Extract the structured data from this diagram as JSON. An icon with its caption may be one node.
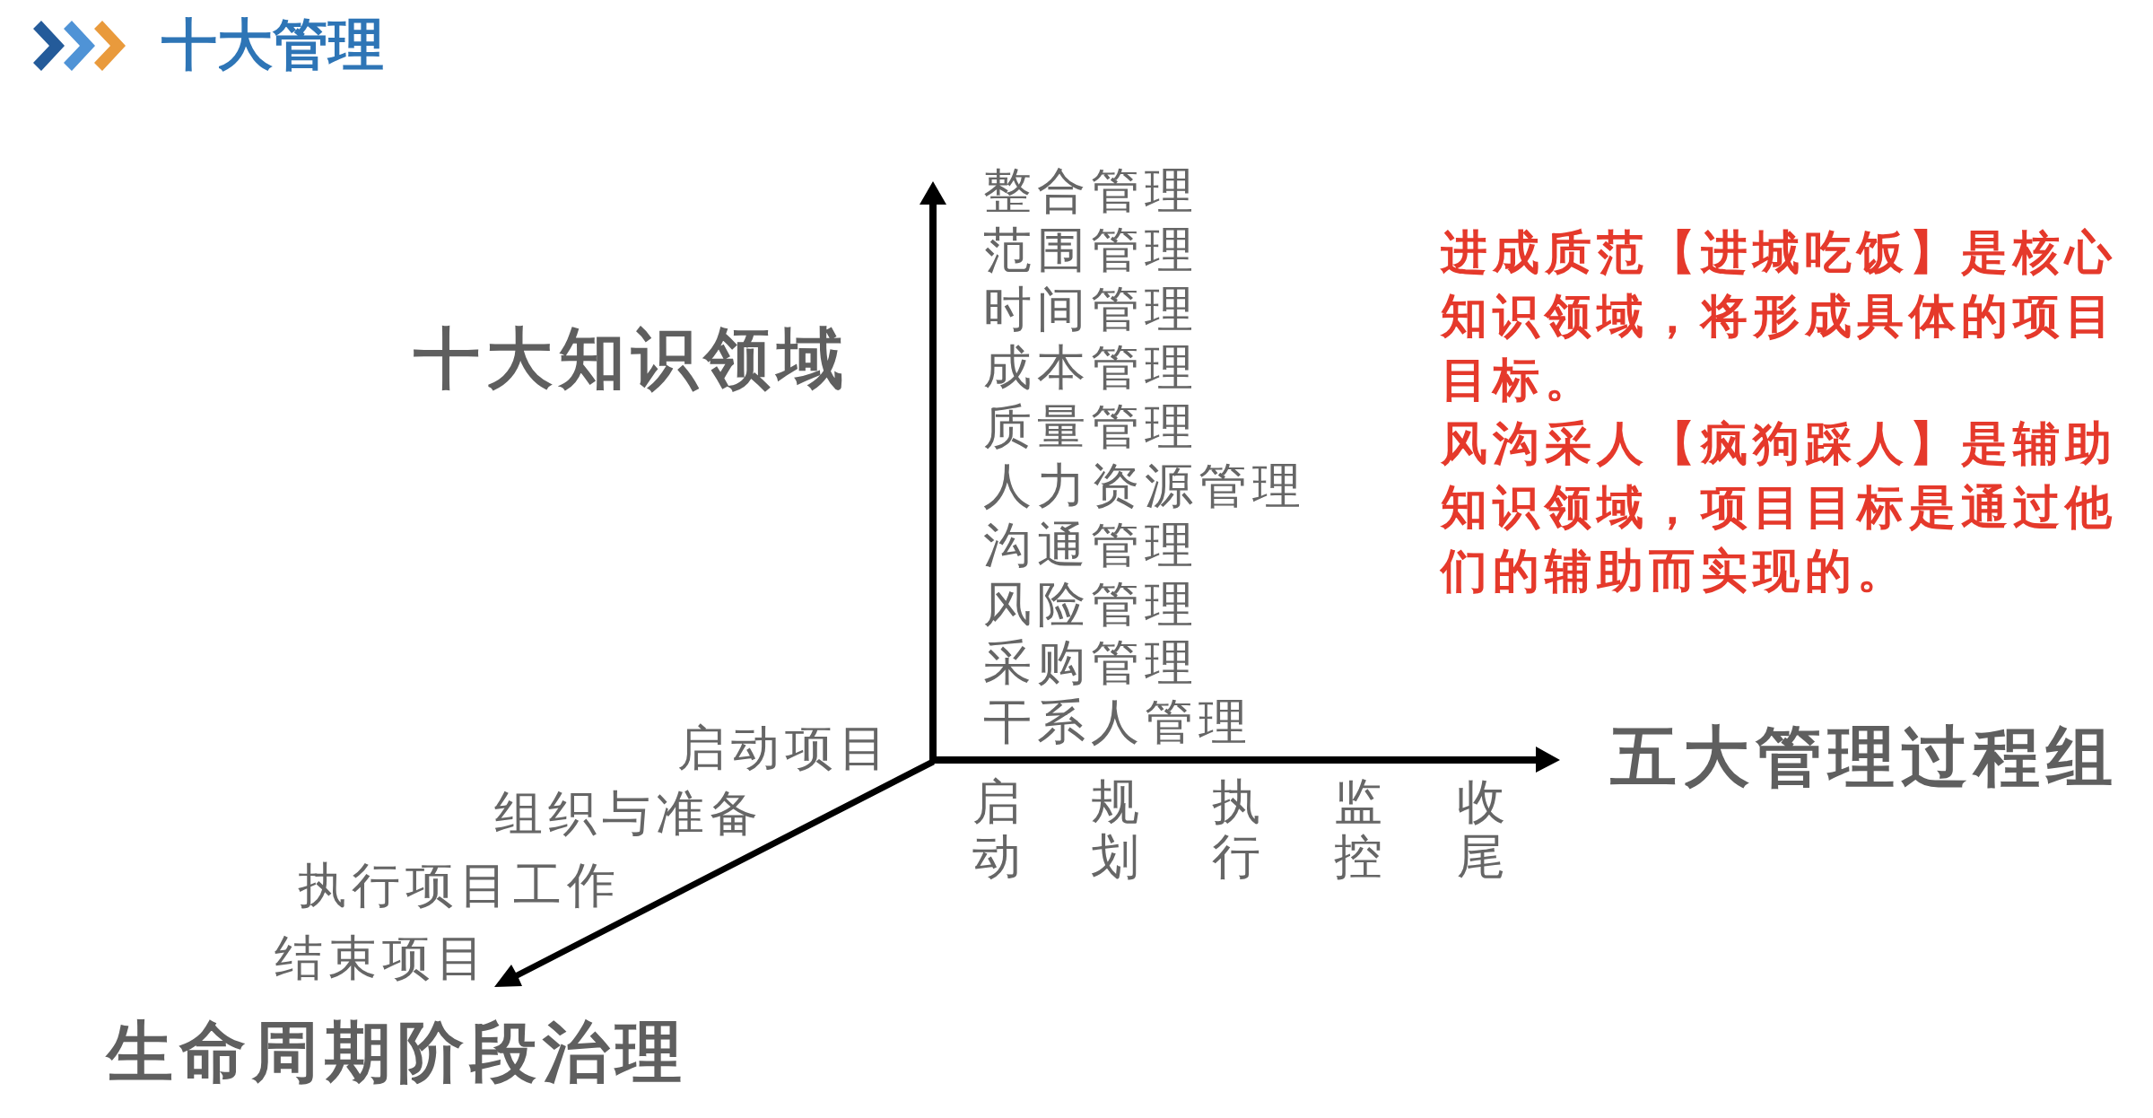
{
  "diagram": {
    "title": "十大管理",
    "labels": [
      "十大知识领域",
      "整合管理",
      "范围管理",
      "时间管理",
      "成本管理",
      "质量管理",
      "人力资源管理",
      "沟通管理",
      "风险管理",
      "采购管理",
      "干系人管理",
      "进成质范【进城吃饭】是核心知识领域，将形成具体的项目目标。",
      "风沟采人【疯狗踩人】是辅助知识领域，项目目标是通过他们的辅助而实现的。",
      "五大管理过程组",
      "启动",
      "规划",
      "执行",
      "监控",
      "收尾",
      "启动项目",
      "组织与准备",
      "执行项目工作",
      "结束项目",
      "生命周期阶段治理"
    ]
  }
}
